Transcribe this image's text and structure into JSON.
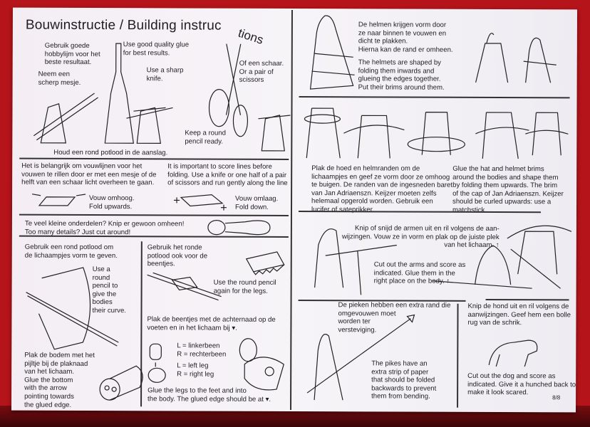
{
  "title": {
    "main": "Bouwinstructie / Building instruc",
    "curved_end": "tions"
  },
  "intro": {
    "glue_nl": "Gebruik goede\nhobbylijm voor het\nbeste resultaat.",
    "glue_en": "Use good quality glue\nfor best results.",
    "knife_nl": "Neem een\nscherp mesje.",
    "knife_en": "Use a sharp\nknife.",
    "scissors": "Of een schaar.\nOr a pair of\nscissors",
    "pencil_en": "Keep a round\npencil ready.",
    "pencil_nl": "Houd een rond potlood in de aanslag."
  },
  "scoring": {
    "nl": "Het is belangrijk om vouwlijnen voor het\nvouwen te rillen door er met een mesje of de\nhelft van een schaar licht overheen te gaan.",
    "en": "It is important to score lines before\nfolding. Use a knife or one half of a pair\nof scissors and run gently along the line",
    "fold_up": "Vouw omhoog.\nFold upwards.",
    "fold_down": "Vouw omlaag.\nFold down."
  },
  "details": "Te veel kleine onderdelen? Knip er gewoon omheen!\nToo many details? Just cut around!",
  "bodies": {
    "nl": "Gebruik een rond potlood om\nde lichaampjes vorm te geven.",
    "en": "Use a\nround\npencil to\ngive the\nbodies\ntheir curve.",
    "bottom": "Plak de bodem met het\npijltje bij de plaknaad\nvan het lichaam.\nGlue the bottom\nwith the arrow\npointing towards\nthe glued edge."
  },
  "legs": {
    "nl": "Gebruik het ronde\npotlood ook voor de\nbeentjes.",
    "en": "Use the round pencil\nagain for the legs.",
    "glue_nl": "Plak de beentjes met de achternaad op de\nvoeten en in het lichaam bij ▾.",
    "legend_nl": "L = linkerbeen\nR = rechterbeen",
    "legend_en": "L = left leg\nR = right leg",
    "glue_en": "Glue the legs to the feet and into\nthe body. The glued edge should be at ▾."
  },
  "helmets": {
    "nl": "De helmen krijgen vorm door\nze naar binnen te vouwen en\ndicht te plakken.\nHierna kan de rand er omheen.",
    "en": "The helmets are shaped by\nfolding them inwards and\nglueing the edges together.\nPut their brims around them."
  },
  "hats": {
    "nl": "Plak de hoed en helmranden om de\nlichaampjes en geef ze vorm door ze omhoog\nte buigen.  De randen van de ingesneden baret\nvan Jan Adriaenszn. Keijzer moeten zelfs\nhelemaal opgerold worden. Gebruik een\nlucifer of sateprikker.",
    "en": "Glue the hat and helmet brims\naround the bodies and shape them\nby folding them upwards. The brim\nof the cap of Jan Adriaenszn. Keijzer\nshould be curled upwards: use a\nmatchstick."
  },
  "arms": {
    "nl": "Knip of snijd de armen uit en ril volgens de aan-\nwijzingen. Vouw ze in vorm en plak op de juiste plek\nvan het lichaam. ↑",
    "en": "Cut out the arms and score as\nindicated. Glue them in the\nright place on the body. ↑"
  },
  "pikes": {
    "nl": "De pieken hebben een extra rand die\nomgevouwen moet\nworden ter\nversteviging.",
    "en": "The pikes have an\nextra strip of paper\nthat should be folded\nbackwards to prevent\nthem from bending."
  },
  "dog": {
    "nl": "Knip de hond uit en ril volgens de\naanwijzingen. Geef hem een bolle\nrug van de schrik.",
    "en": "Cut out the dog and score as\nindicated. Give it a hunched back to\nmake it look scared."
  },
  "page_number": "8/8"
}
